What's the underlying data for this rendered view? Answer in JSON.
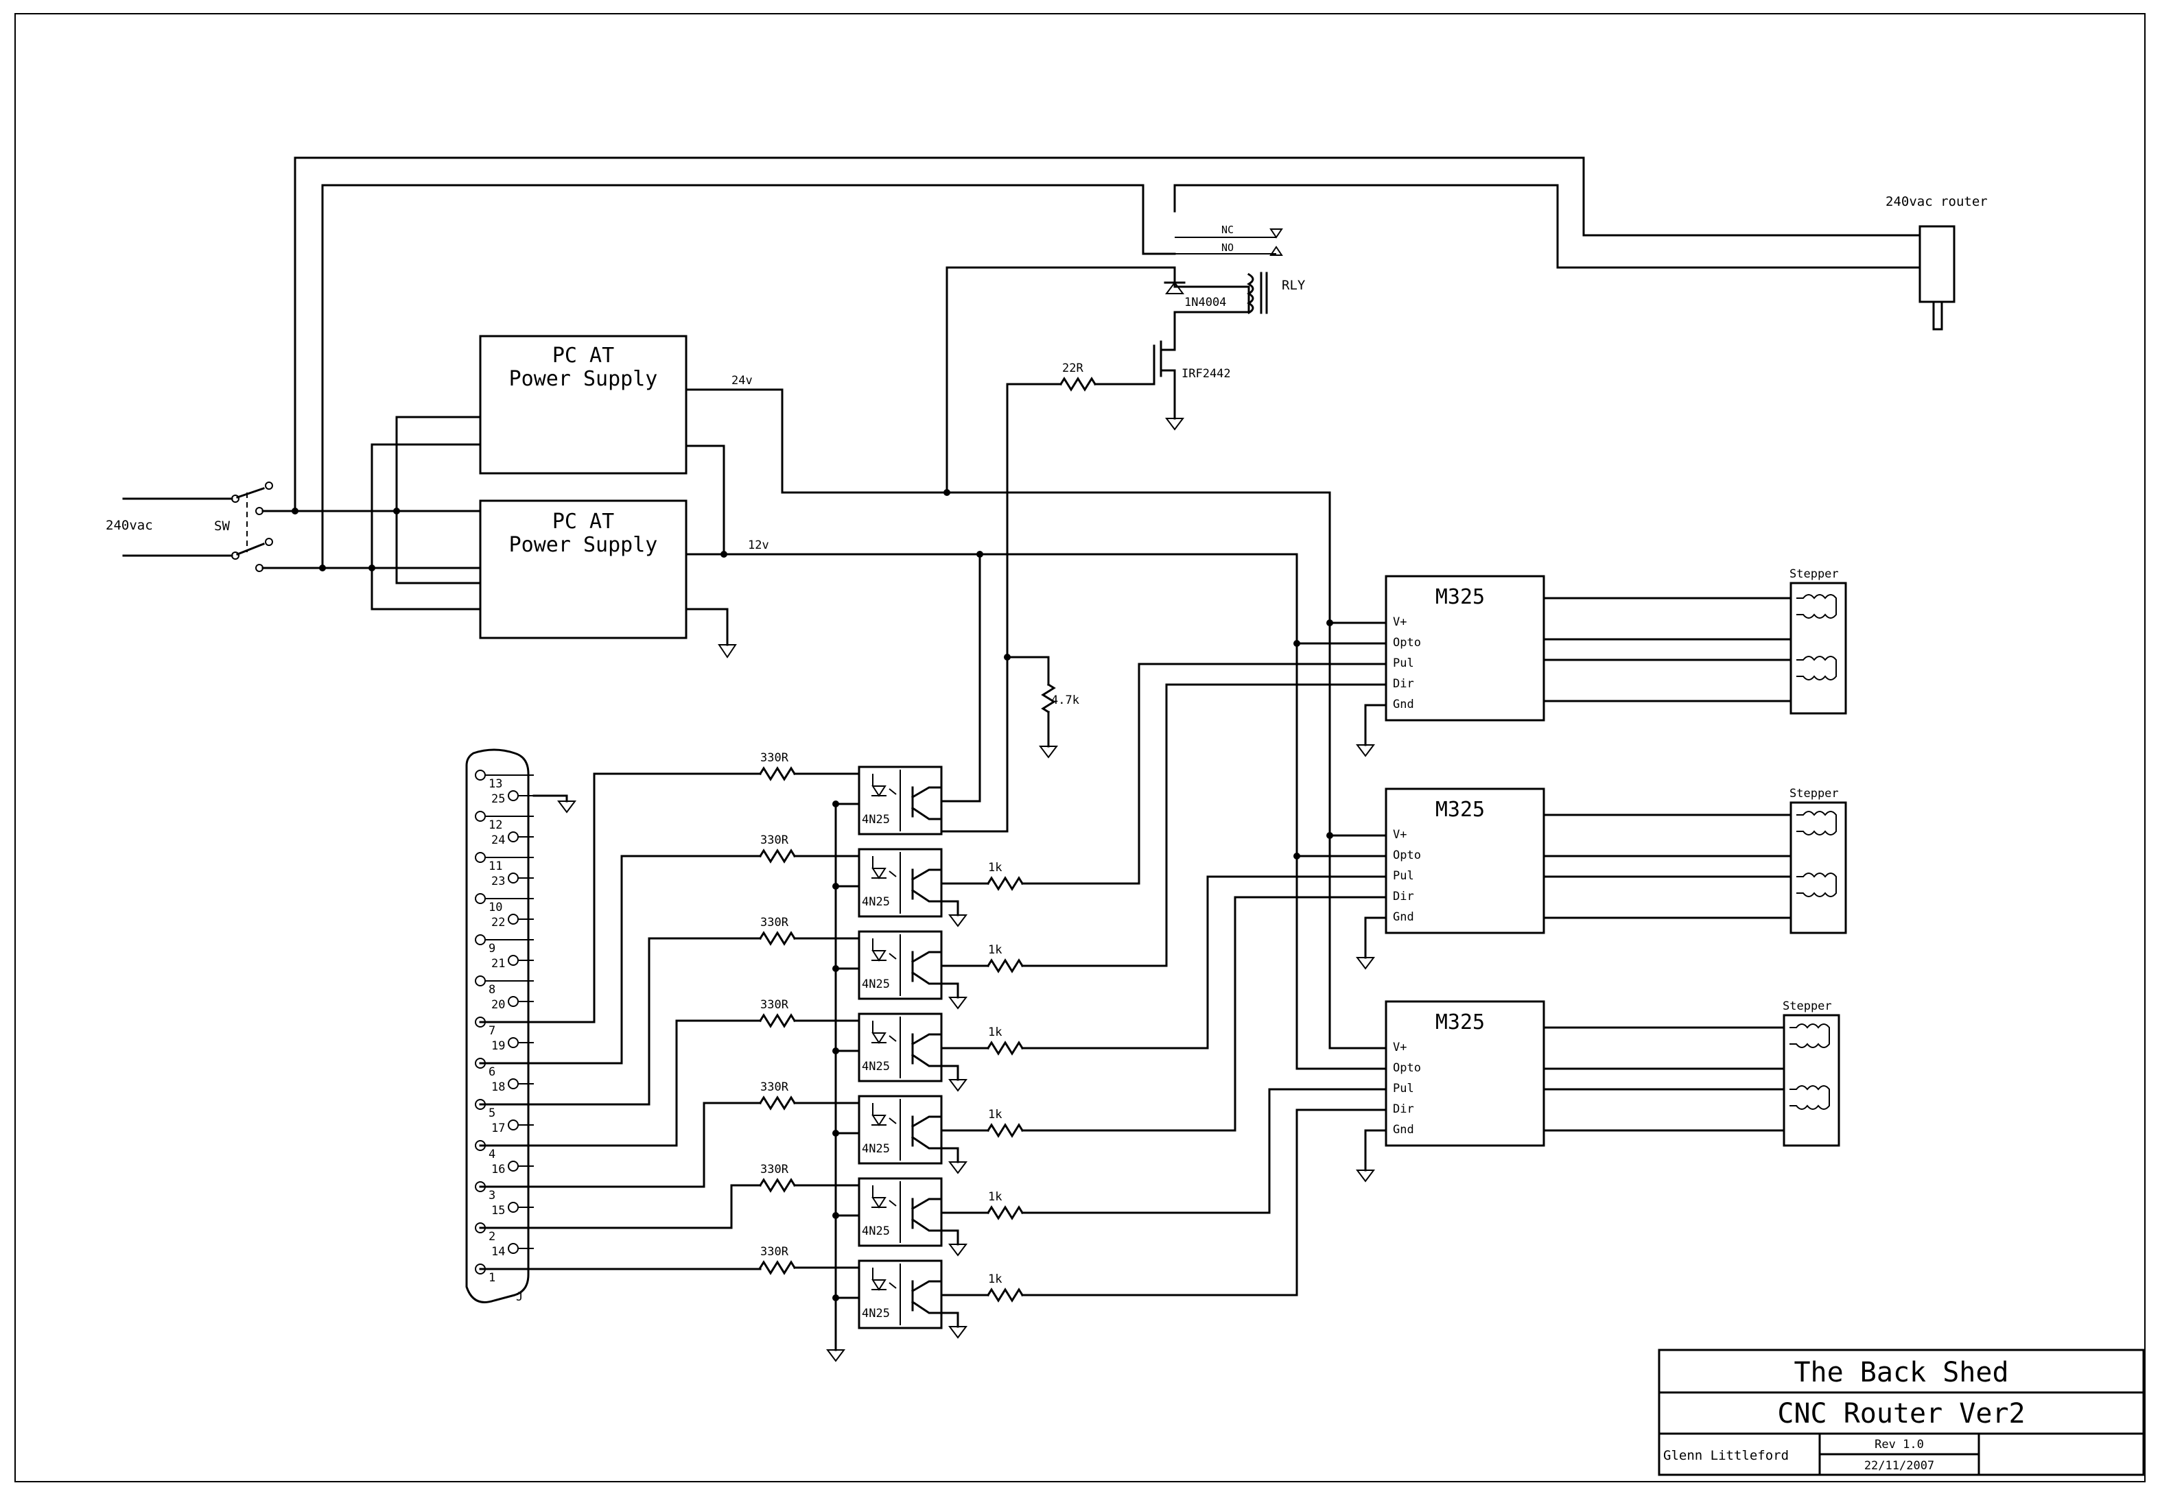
{
  "title_block": {
    "org": "The Back Shed",
    "title": "CNC Router Ver2",
    "author": "Glenn Littleford",
    "revision": "Rev 1.0",
    "date": "22/11/2007"
  },
  "mains": {
    "input_label": "240vac",
    "switch_label": "SW",
    "router_label": "240vac router"
  },
  "relay": {
    "nc_label": "NC",
    "no_label": "NO",
    "relay_label": "RLY",
    "diode_label": "1N4004",
    "mosfet_label": "IRF2442",
    "gate_resistor_label": "22R",
    "pulldown_label": "4.7k"
  },
  "power_supplies": [
    {
      "line1": "PC AT",
      "line2": "Power Supply",
      "rail_label": "24v"
    },
    {
      "line1": "PC AT",
      "line2": "Power Supply",
      "rail_label": "12v"
    }
  ],
  "drivers": [
    {
      "name": "M325",
      "pins": [
        "V+",
        "Opto",
        "Pul",
        "Dir",
        "Gnd"
      ],
      "motor_label": "Stepper"
    },
    {
      "name": "M325",
      "pins": [
        "V+",
        "Opto",
        "Pul",
        "Dir",
        "Gnd"
      ],
      "motor_label": "Stepper"
    },
    {
      "name": "M325",
      "pins": [
        "V+",
        "Opto",
        "Pul",
        "Dir",
        "Gnd"
      ],
      "motor_label": "Stepper"
    }
  ],
  "optos": {
    "part": "4N25",
    "input_resistor": "330R",
    "output_resistor": "1k",
    "count": 7
  },
  "connector": {
    "ref": "J",
    "top_row": [
      "13",
      "12",
      "11",
      "10",
      "9",
      "8",
      "7",
      "6",
      "5",
      "4",
      "3",
      "2",
      "1"
    ],
    "bottom_row": [
      "25",
      "24",
      "23",
      "22",
      "21",
      "20",
      "19",
      "18",
      "17",
      "16",
      "15",
      "14"
    ]
  }
}
